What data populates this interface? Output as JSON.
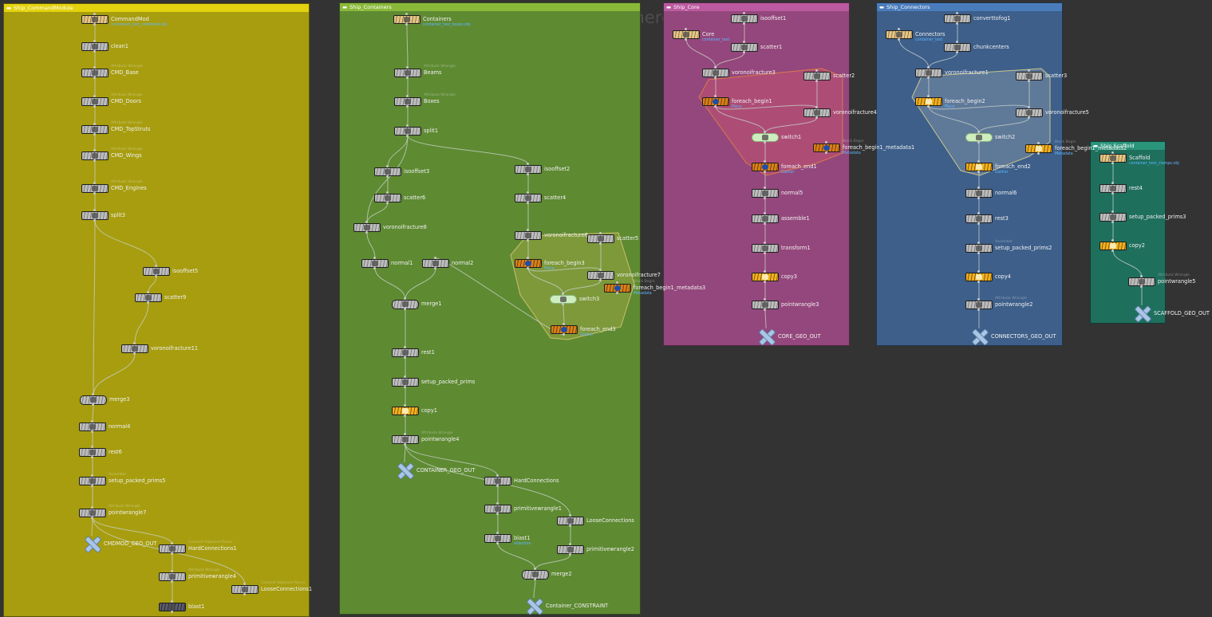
{
  "watermark": "Non-Commercial Edition",
  "boxes": [
    {
      "title": "Ship_CommandModule",
      "color": "#a79d0f",
      "header": "#e3d20e"
    },
    {
      "title": "Ship_Containers",
      "color": "#5e8a32",
      "header": "#8ab93a"
    },
    {
      "title": "Ship_Core",
      "color": "#94477c",
      "header": "#bb5aa0"
    },
    {
      "title": "Ship_Connectors",
      "color": "#3d5f8a",
      "header": "#4a7cbb"
    },
    {
      "title": "Ship Scaffold",
      "color": "#1f6f5d",
      "header": "#2a957b"
    }
  ],
  "subnets": [
    {
      "color": "rgba(220,90,110,0.35)",
      "stroke": "#d87a4a"
    },
    {
      "color": "rgba(200,190,80,0.30)",
      "stroke": "#c9c06a"
    },
    {
      "color": "rgba(200,200,200,0.25)",
      "stroke": "#c8c48a"
    }
  ],
  "nodes": [
    {
      "label": "CommandMod",
      "sub": "command_test_combined.obj",
      "kind": "mod"
    },
    {
      "label": "clean1"
    },
    {
      "label": "CMD_Base",
      "pre": "Attribute Wrangle"
    },
    {
      "label": "CMD_Doors",
      "pre": "Attribute Wrangle"
    },
    {
      "label": "CMD_TopStruts",
      "pre": "Attribute Wrangle"
    },
    {
      "label": "CMD_Wings",
      "pre": "Attribute Wrangle"
    },
    {
      "label": "CMD_Engines",
      "pre": "Attribute Wrangle"
    },
    {
      "label": "split3"
    },
    {
      "label": "isooffset5"
    },
    {
      "label": "scatter9"
    },
    {
      "label": "voronoifracture11"
    },
    {
      "label": "merge3",
      "kind": "mg"
    },
    {
      "label": "normal4"
    },
    {
      "label": "rest6"
    },
    {
      "label": "setup_packed_prims5",
      "pre": "Assemble"
    },
    {
      "label": "pointwrangle7",
      "pre": "Attribute Wrangle"
    },
    {
      "label": "CMDMOD_GEO_OUT",
      "kind": "out"
    },
    {
      "label": "HardConnections1",
      "pre": "Connect Adjacent Pieces"
    },
    {
      "label": "primitivewrangle4",
      "pre": "Attribute Wrangle"
    },
    {
      "label": "LooseConnections1",
      "pre": "Connect Adjacent Pieces"
    },
    {
      "label": "blast1",
      "kind": "dk"
    },
    {
      "label": "Containers",
      "sub": "container_test_boxes.obj",
      "kind": "mod"
    },
    {
      "label": "Beams",
      "pre": "Attribute Wrangle"
    },
    {
      "label": "Boxes",
      "pre": "Attribute Wrangle"
    },
    {
      "label": "split1"
    },
    {
      "label": "isooffset3"
    },
    {
      "label": "scatter6"
    },
    {
      "label": "voronoifracture8"
    },
    {
      "label": "isooffset2"
    },
    {
      "label": "scatter4"
    },
    {
      "label": "voronoifracture6"
    },
    {
      "label": "scatter5"
    },
    {
      "label": "foreach_begin3",
      "kind": "fe",
      "sub": "Piece"
    },
    {
      "label": "voronoifracture7"
    },
    {
      "label": "foreach_begin1_metadata3",
      "kind": "fe",
      "sub": "Metadata",
      "pre": "Block Begin"
    },
    {
      "label": "switch3",
      "kind": "sw"
    },
    {
      "label": "foreach_end3",
      "kind": "fe",
      "sub": "Gather"
    },
    {
      "label": "normal1"
    },
    {
      "label": "normal2"
    },
    {
      "label": "merge1",
      "kind": "mg"
    },
    {
      "label": "rest1"
    },
    {
      "label": "setup_packed_prims"
    },
    {
      "label": "copy1",
      "kind": "cp"
    },
    {
      "label": "pointwrangle4",
      "pre": "Attribute Wrangle"
    },
    {
      "label": "CONTAINER_GEO_OUT",
      "kind": "out"
    },
    {
      "label": "HardConnections"
    },
    {
      "label": "primitivewrangle1"
    },
    {
      "label": "blast1",
      "sub": "selection"
    },
    {
      "label": "LooseConnections"
    },
    {
      "label": "primitivewrangle2"
    },
    {
      "label": "merge2",
      "kind": "mg"
    },
    {
      "label": "Container_CONSTRAINT",
      "kind": "out"
    },
    {
      "label": "Core",
      "sub": "container_test",
      "kind": "mod"
    },
    {
      "label": "isooffset1"
    },
    {
      "label": "scatter1"
    },
    {
      "label": "voronoifracture3"
    },
    {
      "label": "scatter2"
    },
    {
      "label": "foreach_begin1",
      "kind": "fe",
      "sub": "Piece"
    },
    {
      "label": "voronoifracture4"
    },
    {
      "label": "switch1",
      "kind": "sw"
    },
    {
      "label": "foreach_begin1_metadata1",
      "kind": "fe",
      "sub": "Metadata",
      "pre": "Block Begin"
    },
    {
      "label": "foreach_end1",
      "kind": "fe",
      "sub": "Gather"
    },
    {
      "label": "normal5"
    },
    {
      "label": "assemble1"
    },
    {
      "label": "transform1"
    },
    {
      "label": "copy3",
      "kind": "cp"
    },
    {
      "label": "pointwrangle3"
    },
    {
      "label": "CORE_GEO_OUT",
      "kind": "out"
    },
    {
      "label": "Connectors",
      "sub": "container_test",
      "kind": "mod"
    },
    {
      "label": "converttofog1"
    },
    {
      "label": "chunkcenters"
    },
    {
      "label": "voronoifracture1"
    },
    {
      "label": "scatter3"
    },
    {
      "label": "foreach_begin2",
      "kind": "cp",
      "sub": "Piece"
    },
    {
      "label": "voronoifracture5"
    },
    {
      "label": "switch2",
      "kind": "sw"
    },
    {
      "label": "foreach_begin1_metadata2",
      "kind": "cp",
      "sub": "Metadata",
      "pre": "Block Begin"
    },
    {
      "label": "foreach_end2",
      "kind": "cp",
      "sub": "Gather"
    },
    {
      "label": "normal6"
    },
    {
      "label": "rest3"
    },
    {
      "label": "setup_packed_prims2",
      "pre": "Assemble"
    },
    {
      "label": "copy4",
      "kind": "cp"
    },
    {
      "label": "pointwrangle2",
      "pre": "Attribute Wrangle"
    },
    {
      "label": "CONNECTORS_GEO_OUT",
      "kind": "out"
    },
    {
      "label": "Scaffold",
      "sub": "container_test_clamps.obj",
      "kind": "mod"
    },
    {
      "label": "rest4"
    },
    {
      "label": "setup_packed_prims3"
    },
    {
      "label": "copy2",
      "kind": "cp"
    },
    {
      "label": "pointwrangle5",
      "pre": "Attribute Wrangle"
    },
    {
      "label": "SCAFFOLD_GEO_OUT",
      "kind": "out"
    }
  ]
}
